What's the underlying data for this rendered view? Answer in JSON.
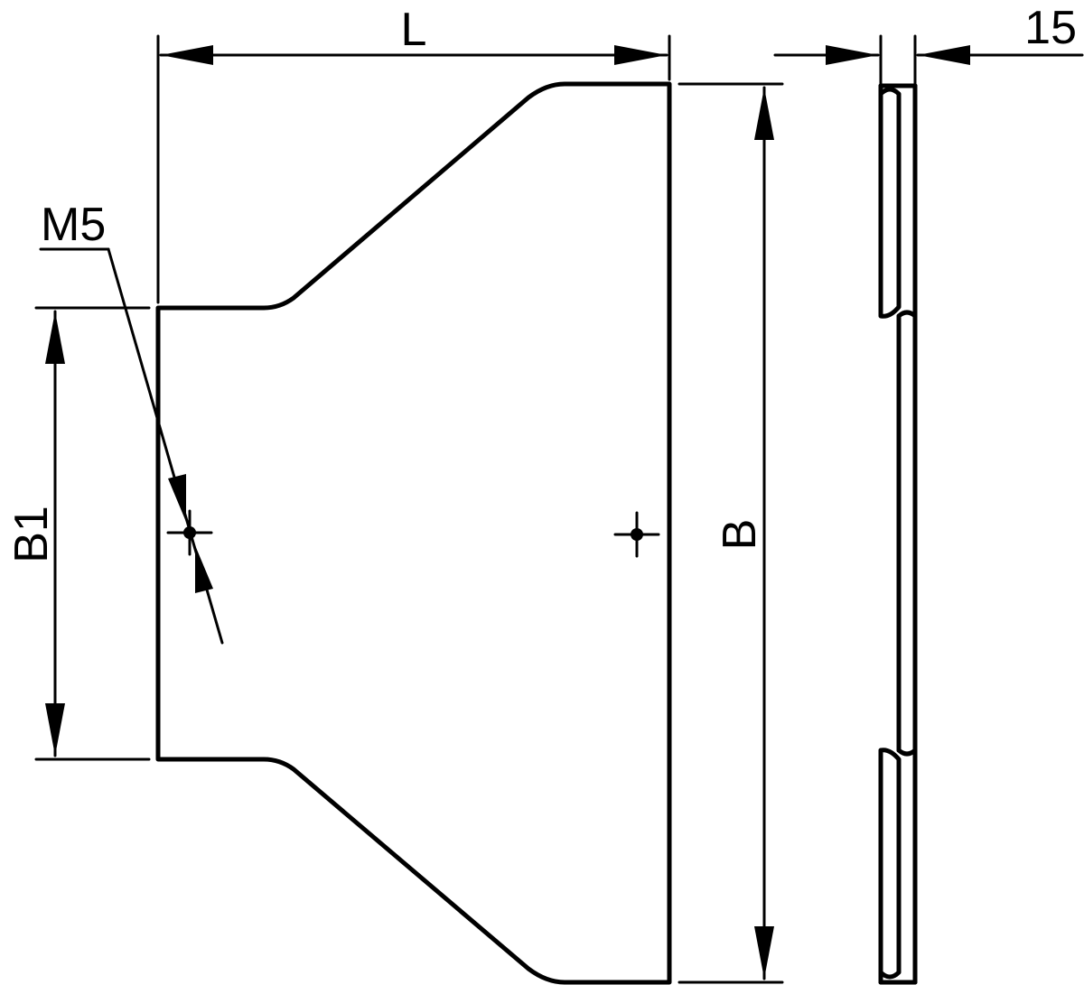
{
  "labels": {
    "length": "L",
    "thickness": "15",
    "thread": "M5",
    "small_width": "B1",
    "large_width": "B"
  },
  "colors": {
    "line": "#000000",
    "background": "#ffffff"
  }
}
